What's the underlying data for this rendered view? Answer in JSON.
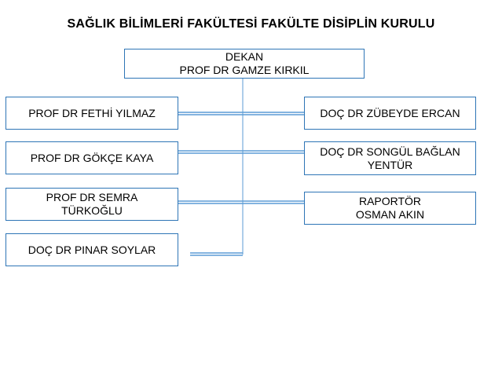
{
  "title": "SAĞLIK BİLİMLERİ FAKÜLTESİ FAKÜLTE DİSİPLİN KURULU",
  "colors": {
    "line": "#2e75b6",
    "connector": "#5b9bd5"
  },
  "dean": {
    "line1": "DEKAN",
    "line2": "PROF DR GAMZE KIRKIL"
  },
  "left_members": [
    {
      "line1": "PROF DR FETHİ YILMAZ",
      "line2": ""
    },
    {
      "line1": "PROF DR GÖKÇE KAYA",
      "line2": ""
    },
    {
      "line1": "PROF DR SEMRA",
      "line2": "TÜRKOĞLU"
    },
    {
      "line1": "DOÇ DR PINAR SOYLAR",
      "line2": ""
    }
  ],
  "right_members": [
    {
      "line1": "DOÇ DR ZÜBEYDE ERCAN",
      "line2": ""
    },
    {
      "line1": "DOÇ DR SONGÜL BAĞLAN",
      "line2": "YENTÜR"
    },
    {
      "line1": "RAPORTÖR",
      "line2": "OSMAN AKIN"
    }
  ]
}
